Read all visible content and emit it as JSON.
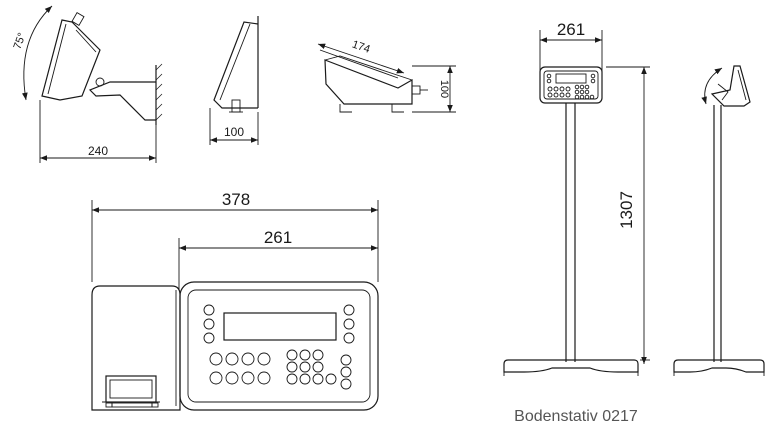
{
  "dimensions": {
    "tilt_angle": "75°",
    "wall_depth": "240",
    "desk_depth": "100",
    "top_length": "174",
    "side_height": "100",
    "total_width": "378",
    "display_width": "261",
    "stand_head_width": "261",
    "stand_height": "1307"
  },
  "caption": "Bodenstativ 0217"
}
